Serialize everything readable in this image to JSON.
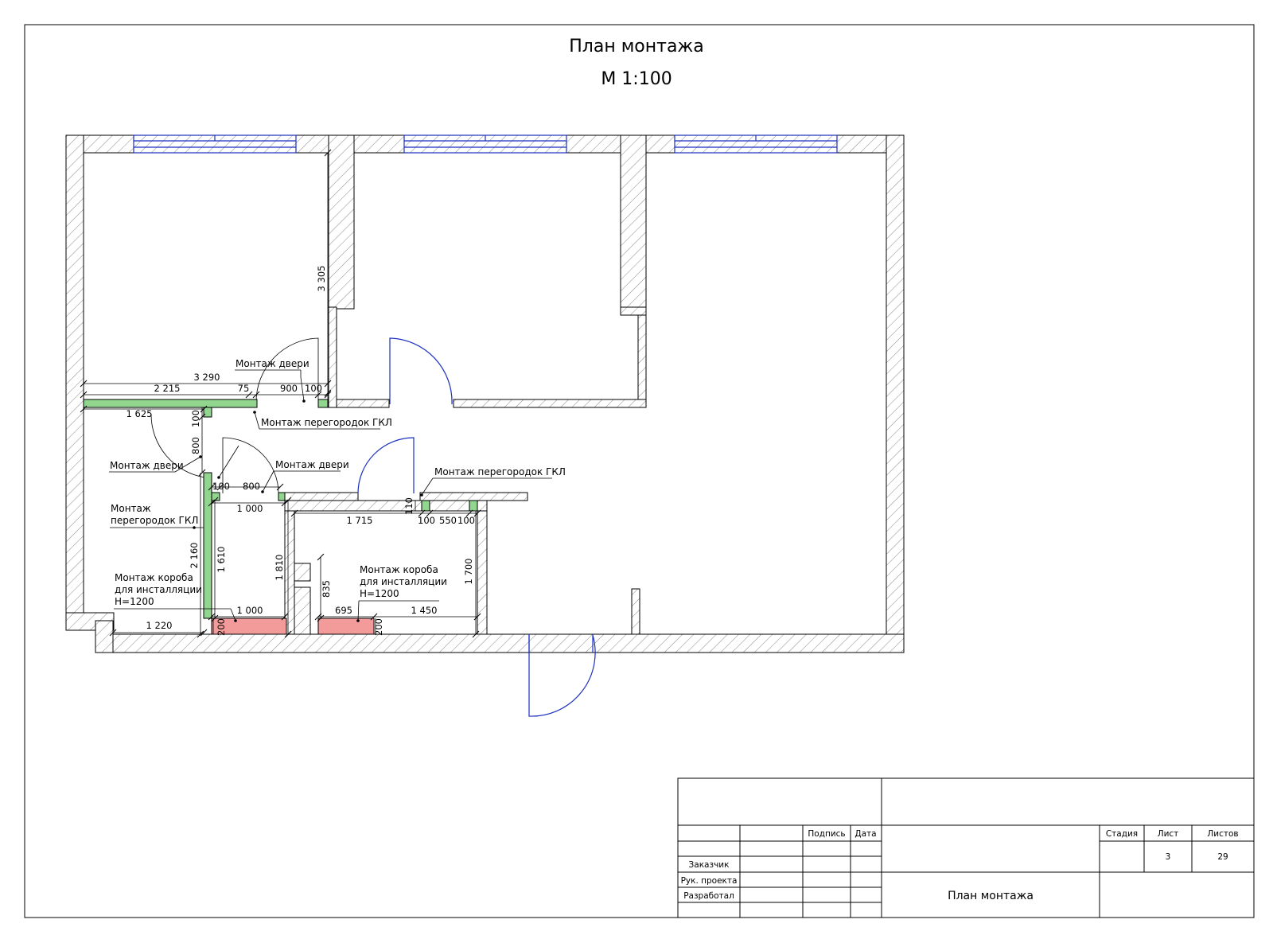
{
  "title": "План монтажа",
  "scale": "М 1:100",
  "colors": {
    "wall_hatch": "#bdbdbd",
    "partition_gkl": "#92d58f",
    "installation_box": "#f39b9b",
    "windows_doors": "#1a2fbf"
  },
  "dimensions": {
    "d3305": "3 305",
    "d3290": "3 290",
    "d2215": "2 215",
    "d75": "75",
    "d900": "900",
    "d100a": "100",
    "d1625": "1 625",
    "d100b": "100",
    "d800v": "800",
    "d100c": "100",
    "d800h": "800",
    "d1000a": "1 000",
    "d1715": "1 715",
    "d110": "110",
    "d100d": "100",
    "d550": "550",
    "d100e": "100",
    "d2160": "2 160",
    "d1610": "1 610",
    "d1810": "1 810",
    "d835": "835",
    "d1700": "1 700",
    "d1000b": "1 000",
    "d1220": "1 220",
    "d200a": "200",
    "d695": "695",
    "d1450": "1 450",
    "d200b": "200"
  },
  "notes": {
    "door1": "Монтаж двери",
    "gkl1": "Монтаж перегородок ГКЛ",
    "door2": "Монтаж двери",
    "door3": "Монтаж двери",
    "gkl2_line1": "Монтаж",
    "gkl2_line2": "перегородок ГКЛ",
    "gkl3": "Монтаж перегородок ГКЛ",
    "box1_line1": "Монтаж короба",
    "box1_line2": "для инсталляции",
    "box1_line3": "H=1200",
    "box2_line1": "Монтаж короба",
    "box2_line2": "для инсталляции",
    "box2_line3": "H=1200"
  },
  "title_block": {
    "podpis": "Подпись",
    "data": "Дата",
    "stadiya": "Стадия",
    "list": "Лист",
    "listov": "Листов",
    "list_value": "3",
    "listov_value": "29",
    "zakazchik": "Заказчик",
    "ruk_proekta": "Рук. проекта",
    "razrabotal": "Разработал",
    "drawing_name": "План монтажа"
  }
}
